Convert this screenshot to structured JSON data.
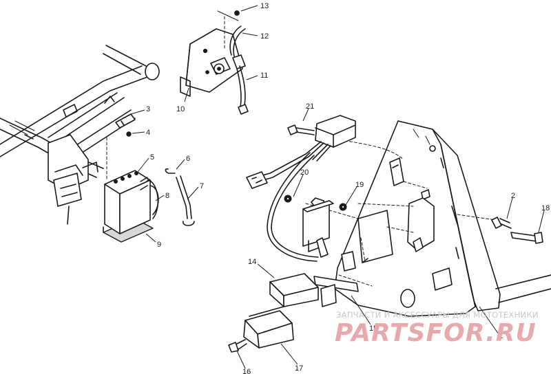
{
  "diagram": {
    "callouts": [
      "13",
      "12",
      "11",
      "10",
      "3",
      "4",
      "5",
      "6",
      "7",
      "8",
      "9",
      "21",
      "20",
      "19",
      "2",
      "18",
      "14",
      "15",
      "16",
      "17",
      "1"
    ]
  },
  "watermark": {
    "tagline": "ЗАПЧАСТИ И АКСЕССУАРЫ ДЛЯ МОТОТЕХНИКИ",
    "brand": "PARTSFOR.RU",
    "brand_color": "#e7a9ad"
  }
}
